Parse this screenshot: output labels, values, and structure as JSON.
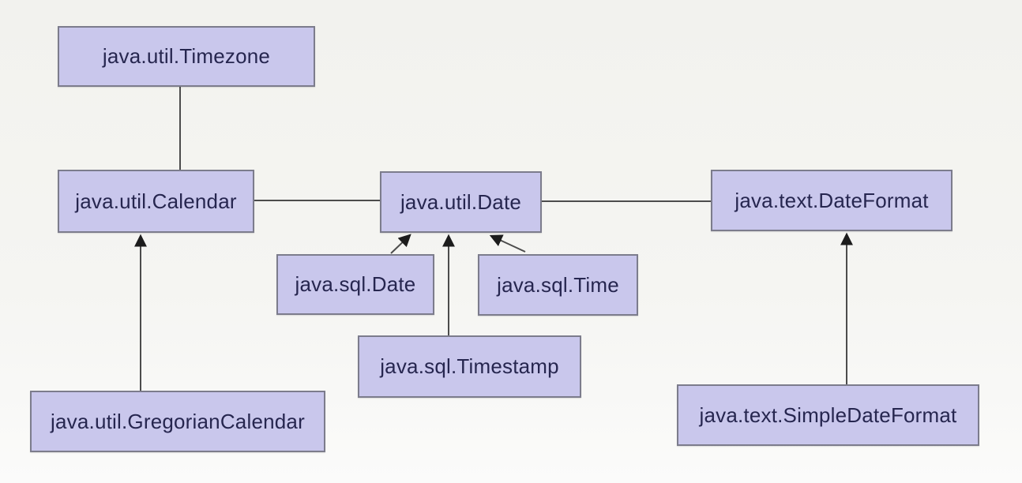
{
  "diagram": {
    "nodes": [
      {
        "id": "java-util-timezone",
        "label": "java.util.Timezone"
      },
      {
        "id": "java-util-calendar",
        "label": "java.util.Calendar"
      },
      {
        "id": "java-util-date",
        "label": "java.util.Date"
      },
      {
        "id": "java-text-dateformat",
        "label": "java.text.DateFormat"
      },
      {
        "id": "java-sql-date",
        "label": "java.sql.Date"
      },
      {
        "id": "java-sql-time",
        "label": "java.sql.Time"
      },
      {
        "id": "java-sql-timestamp",
        "label": "java.sql.Timestamp"
      },
      {
        "id": "java-util-gregoriancalendar",
        "label": "java.util.GregorianCalendar"
      },
      {
        "id": "java-text-simpledateformat",
        "label": "java.text.SimpleDateFormat"
      }
    ],
    "edges": [
      {
        "from": "java.util.Timezone",
        "to": "java.util.Calendar",
        "style": "plain-line"
      },
      {
        "from": "java.util.Calendar",
        "to": "java.util.Date",
        "style": "plain-line"
      },
      {
        "from": "java.util.Date",
        "to": "java.text.DateFormat",
        "style": "plain-line"
      },
      {
        "from": "java.sql.Date",
        "to": "java.util.Date",
        "style": "arrow"
      },
      {
        "from": "java.sql.Timestamp",
        "to": "java.util.Date",
        "style": "arrow"
      },
      {
        "from": "java.sql.Time",
        "to": "java.util.Date",
        "style": "arrow"
      },
      {
        "from": "java.util.GregorianCalendar",
        "to": "java.util.Calendar",
        "style": "arrow"
      },
      {
        "from": "java.text.SimpleDateFormat",
        "to": "java.text.DateFormat",
        "style": "arrow"
      }
    ],
    "colors": {
      "node_fill": "#c9c7ec",
      "node_border": "#7c7c8c",
      "node_text": "#26264f",
      "line": "#4c4c4c",
      "background": "#f4f4f1"
    }
  }
}
